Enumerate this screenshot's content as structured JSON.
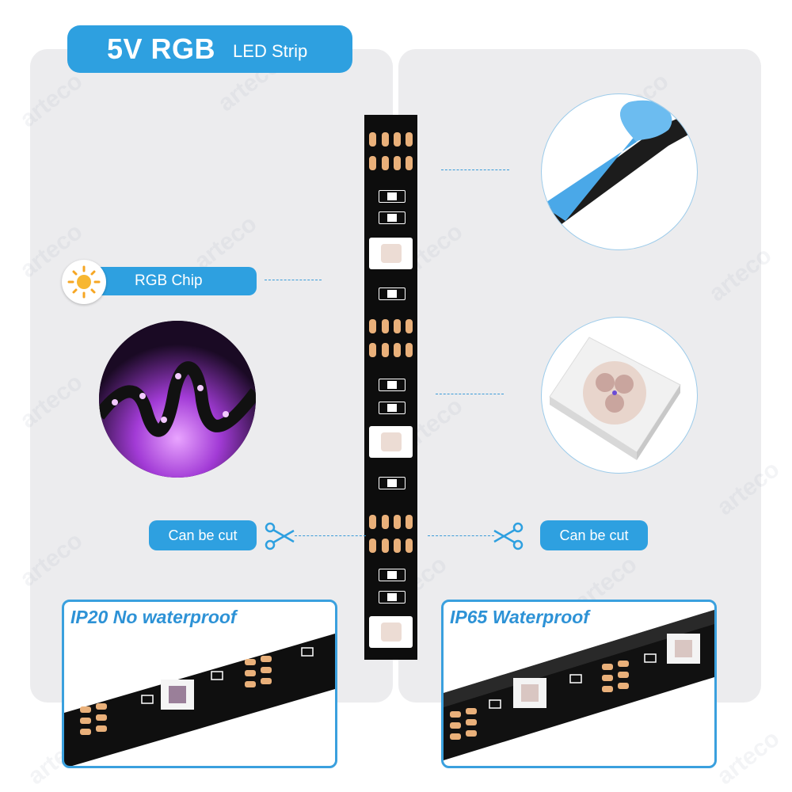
{
  "header": {
    "title_main": "5V RGB",
    "title_sub": "LED Strip"
  },
  "callouts": {
    "rgb_chip": "RGB Chip",
    "cut_left": "Can be cut",
    "cut_right": "Can be cut"
  },
  "variants": [
    {
      "label": "IP20 No waterproof"
    },
    {
      "label": "IP65 Waterproof"
    }
  ],
  "watermark": "arteco",
  "colors": {
    "accent": "#2ea0e0",
    "panel": "#ececee",
    "pad": "#e9b07a",
    "glow": "#c45cf5"
  },
  "icons": [
    "sun-icon",
    "scissors-icon"
  ]
}
